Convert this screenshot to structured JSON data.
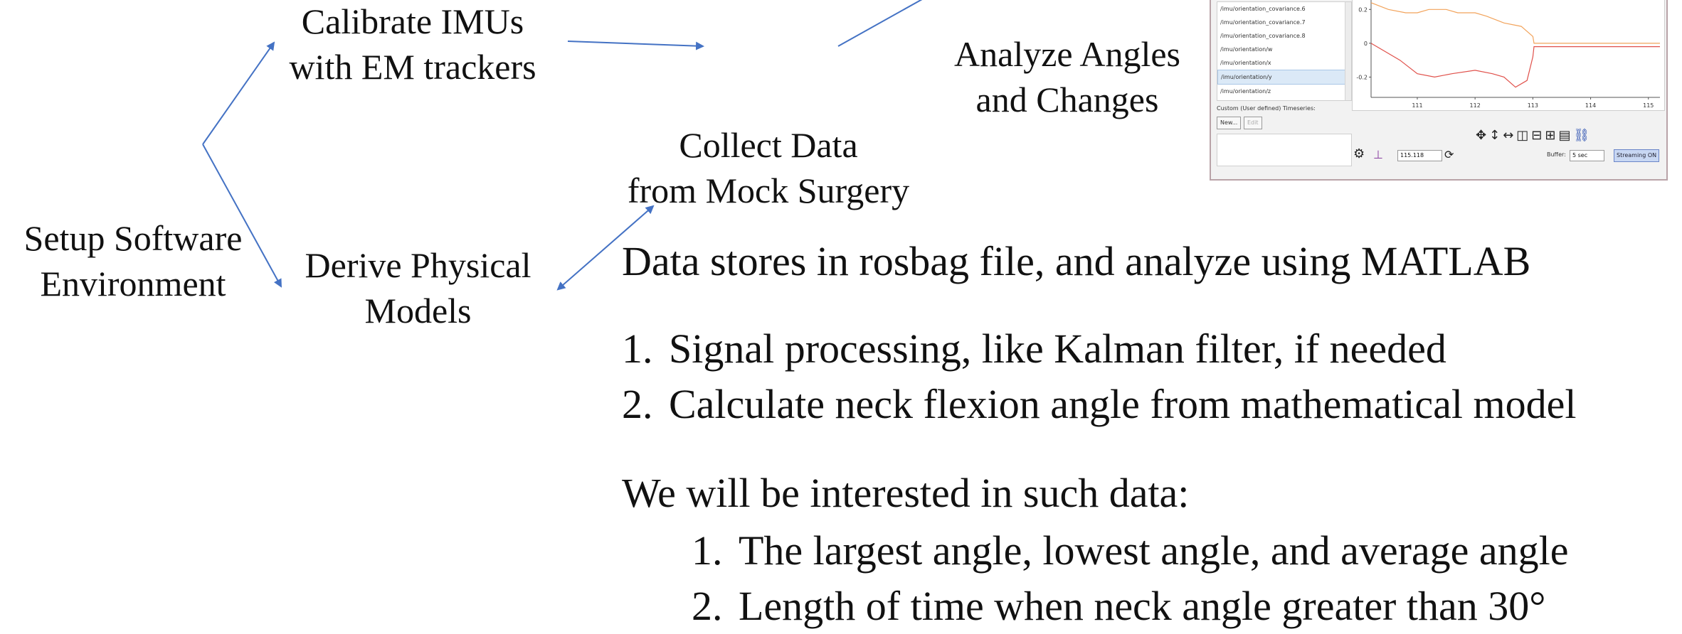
{
  "nodes": {
    "calibrate": [
      "Calibrate IMUs",
      "with EM trackers"
    ],
    "setup": [
      "Setup Software",
      "Environment"
    ],
    "derive": [
      "Derive Physical",
      "Models"
    ],
    "collect": [
      "Collect Data",
      "from Mock Surgery"
    ],
    "analyze": [
      "Analyze Angles",
      "and Changes"
    ]
  },
  "analysis": {
    "headline": "Data stores in rosbag file, and analyze using MATLAB",
    "steps": [
      {
        "num": "1.",
        "text": "Signal processing, like Kalman filter, if needed"
      },
      {
        "num": "2.",
        "text": "Calculate neck flexion angle from mathematical model"
      }
    ],
    "interest_heading": "We will be interested in such data:",
    "interests": [
      {
        "num": "1.",
        "text": "The largest angle, lowest angle, and average angle"
      },
      {
        "num": "2.",
        "text": "Length of time when neck angle greater than 30°"
      }
    ]
  },
  "plot_window": {
    "topics": [
      "/imu/orientation_covariance.6",
      "/imu/orientation_covariance.7",
      "/imu/orientation_covariance.8",
      "/imu/orientation/w",
      "/imu/orientation/x",
      "/imu/orientation/y",
      "/imu/orientation/z"
    ],
    "selected_topic_index": 5,
    "custom_label": "Custom (User defined) Timeseries:",
    "new_button": "New...",
    "edit_button": "Edit",
    "time_value": "115.118",
    "buffer_label": "Buffer:",
    "buffer_value": "5 sec",
    "streaming_label": "Streaming ON",
    "icons": [
      "move-icon",
      "vertical-arrows-icon",
      "horizontal-arrows-icon",
      "split-horizontal-icon",
      "split-vertical-icon",
      "stack-icon",
      "legend-icon",
      "link-icon",
      "gear-icon",
      "axis-icon",
      "refresh-icon"
    ],
    "colors": {
      "series_orange": "#f2a35b",
      "series_red": "#e0504a",
      "arrow": "#4472c4"
    },
    "chart_data": {
      "type": "line",
      "xlabel": "",
      "ylabel": "",
      "x_ticks": [
        "111",
        "112",
        "113",
        "114",
        "115"
      ],
      "y_ticks": [
        "0.2",
        "0",
        "-0.2"
      ],
      "xlim": [
        110.2,
        115.2
      ],
      "ylim": [
        -0.32,
        0.26
      ],
      "series": [
        {
          "color": "#f2a35b",
          "x": [
            110.2,
            110.5,
            110.8,
            111.0,
            111.2,
            111.5,
            111.7,
            112.0,
            112.2,
            112.5,
            112.8,
            113.0,
            113.02,
            114.0,
            115.2
          ],
          "y": [
            0.24,
            0.2,
            0.18,
            0.18,
            0.2,
            0.2,
            0.18,
            0.18,
            0.16,
            0.12,
            0.1,
            0.04,
            0.0,
            0.0,
            0.0
          ]
        },
        {
          "color": "#e0504a",
          "x": [
            110.2,
            110.4,
            110.7,
            111.0,
            111.3,
            111.6,
            112.0,
            112.3,
            112.5,
            112.7,
            112.9,
            113.0,
            113.02,
            114.0,
            115.2
          ],
          "y": [
            0.0,
            -0.04,
            -0.1,
            -0.18,
            -0.2,
            -0.18,
            -0.16,
            -0.18,
            -0.2,
            -0.26,
            -0.22,
            -0.08,
            -0.02,
            -0.02,
            -0.02
          ]
        }
      ]
    }
  }
}
